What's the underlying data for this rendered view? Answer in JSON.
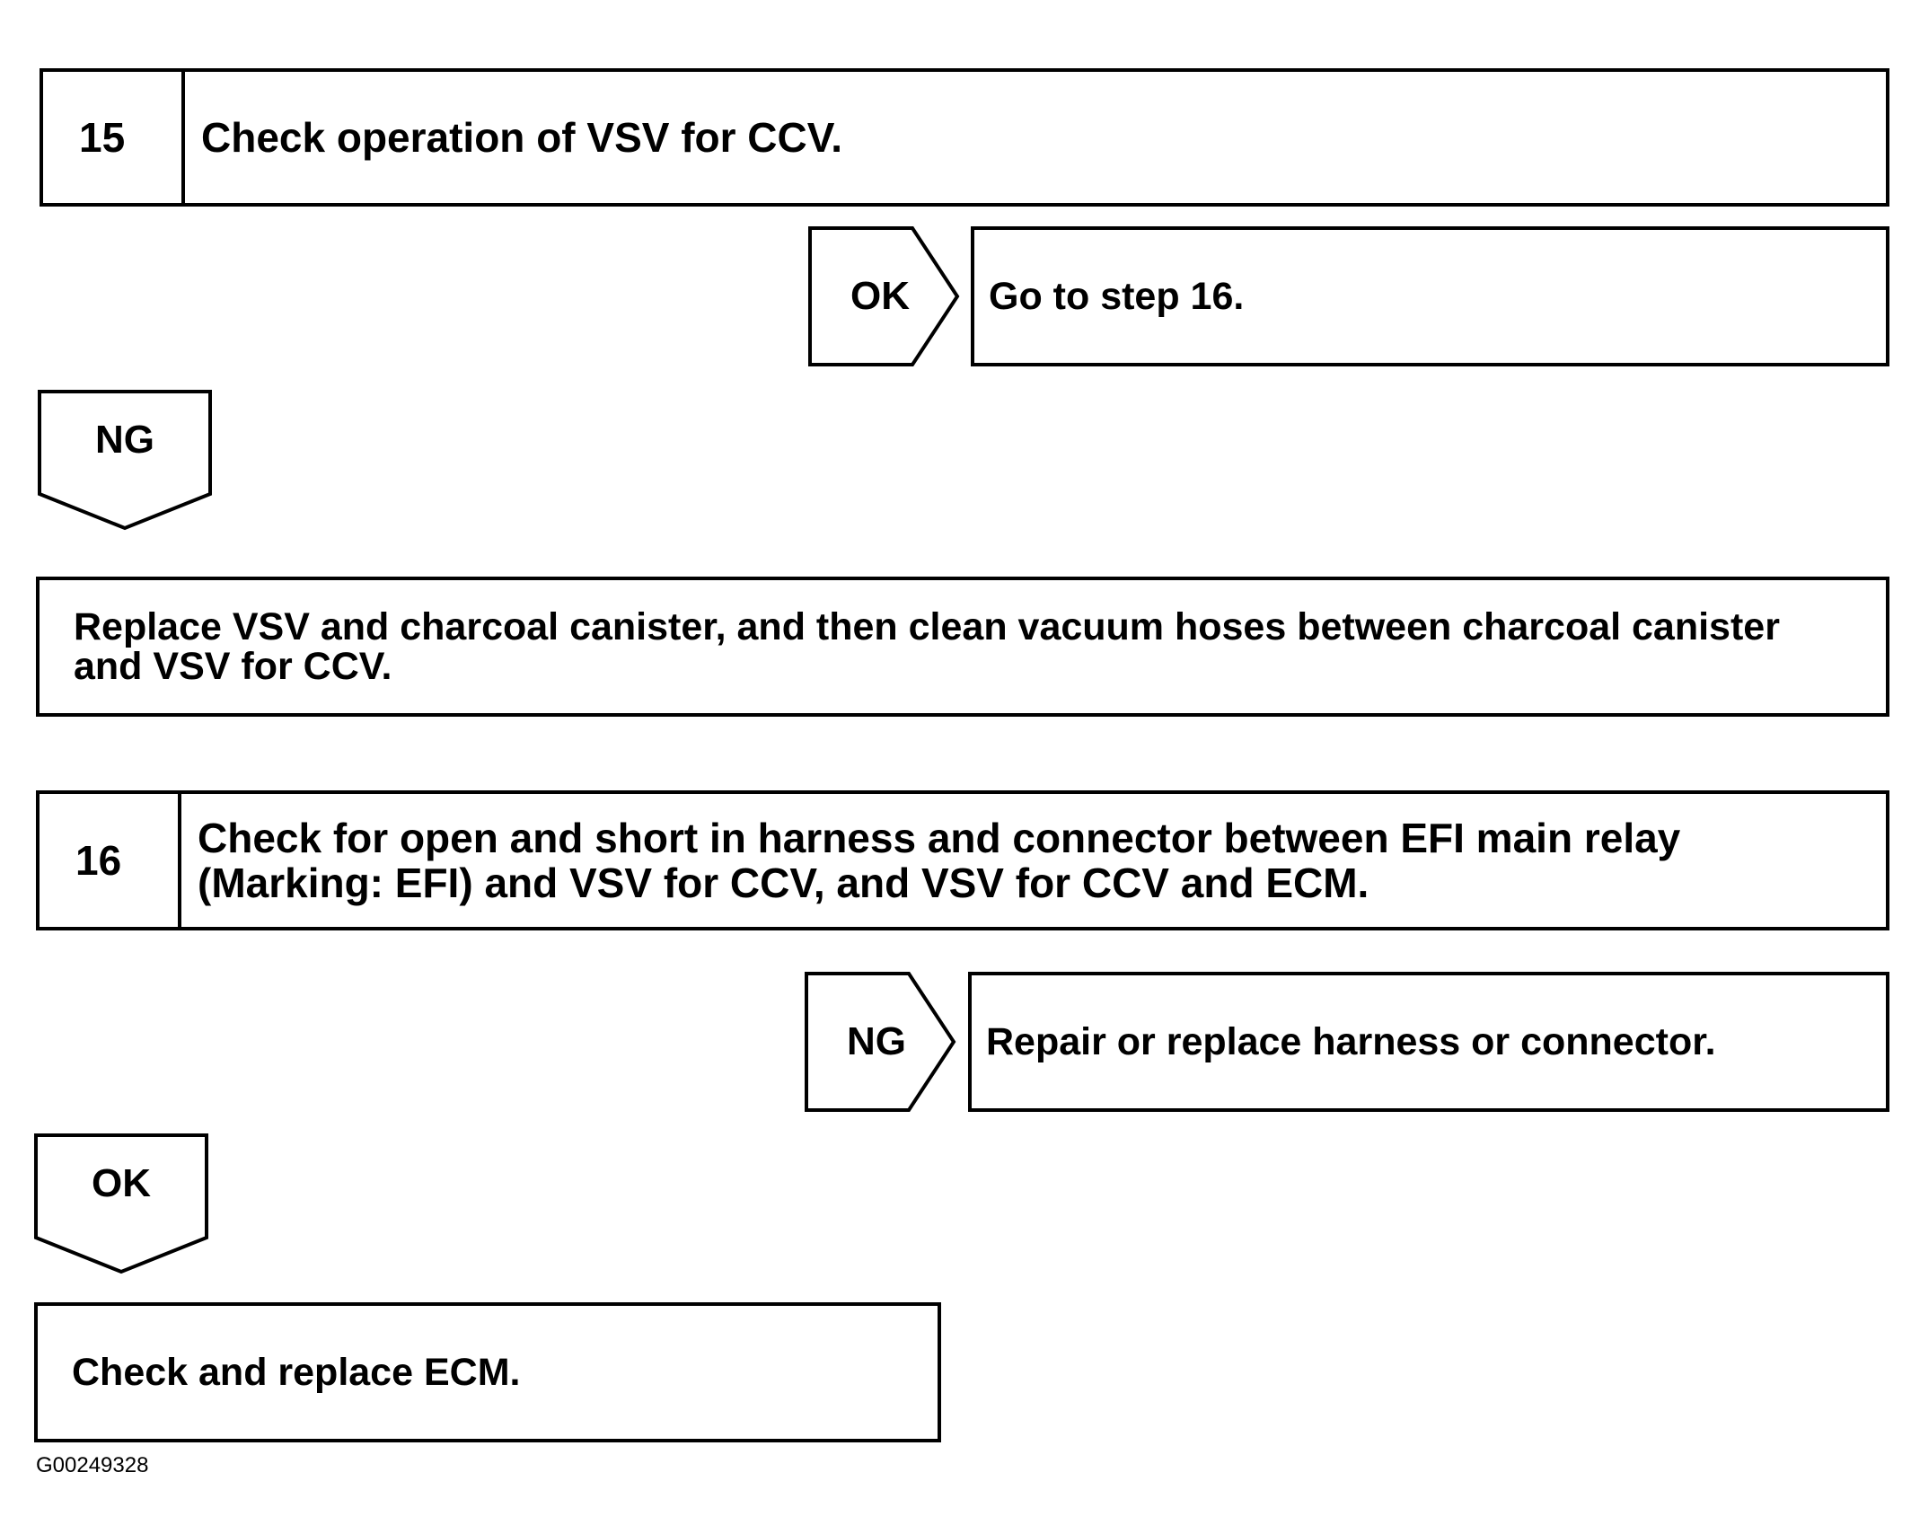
{
  "step15": {
    "number": "15",
    "title": "Check operation of VSV for CCV."
  },
  "step15_ok": {
    "label": "OK",
    "result": "Go to step 16."
  },
  "step15_ng": {
    "label": "NG",
    "action": "Replace VSV and charcoal canister, and then clean vacuum hoses between charcoal canister and VSV for CCV."
  },
  "step16": {
    "number": "16",
    "title": "Check for open and short in harness and connector between EFI main relay (Marking: EFI) and VSV for CCV, and VSV for CCV and ECM."
  },
  "step16_ng": {
    "label": "NG",
    "result": "Repair or replace harness or connector."
  },
  "step16_ok": {
    "label": "OK",
    "action": "Check and replace ECM."
  },
  "figure_code": "G00249328"
}
